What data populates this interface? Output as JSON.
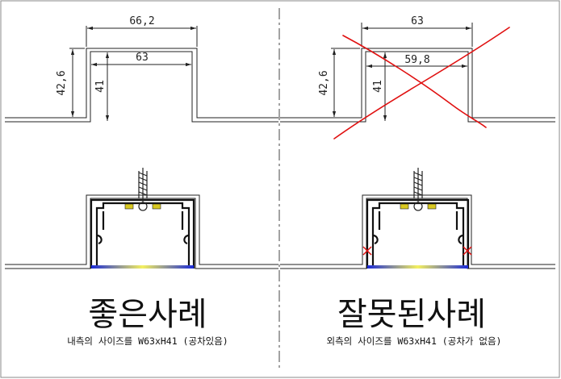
{
  "left": {
    "dims": {
      "outer_width": "66,2",
      "inner_width": "63",
      "outer_height": "42,6",
      "inner_height": "41"
    },
    "title": "좋은사례",
    "subtitle": "내측의 사이즈를 W63xH41 (공차있음)"
  },
  "right": {
    "dims": {
      "outer_width": "63",
      "inner_width": "59,8",
      "outer_height": "42,6",
      "inner_height": "41"
    },
    "title": "잘못된사례",
    "subtitle": "외측의 사이즈를 W63xH41 (공차가 없음)"
  },
  "colors": {
    "line": "#222222",
    "wrong_mark": "#e01010",
    "diffuser_blue": "#1a2ad8",
    "diffuser_yellow": "#f4f060",
    "led": "#d8c820"
  }
}
